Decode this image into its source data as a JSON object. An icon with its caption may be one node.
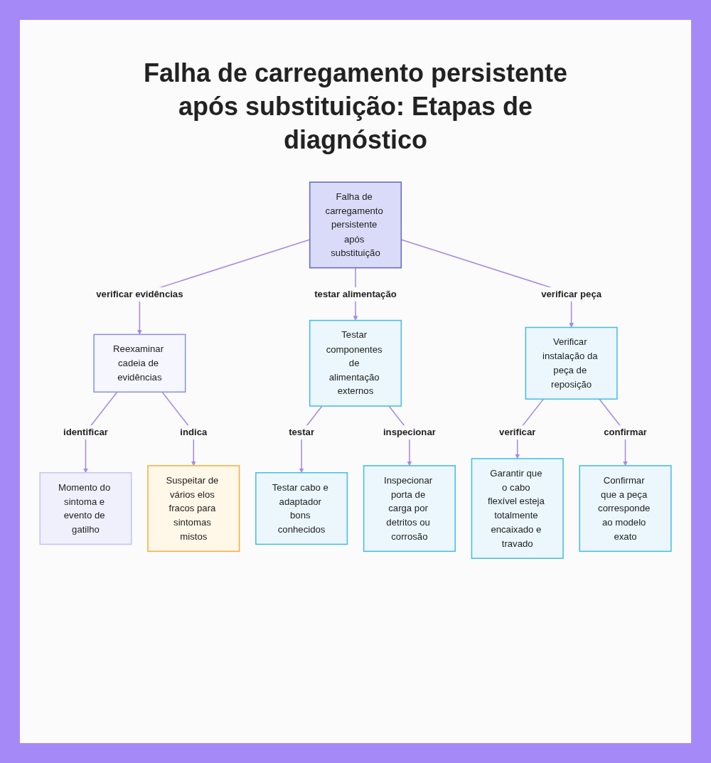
{
  "diagram": {
    "title": "Falha de carregamento persistente após substituição: Etapas de diagnóstico",
    "nodes": [
      {
        "text": [
          "Falha de carregamento persistente após substituição"
        ]
      },
      {
        "text": [
          "Reexaminar cadeia de evidências"
        ]
      },
      {
        "text": [
          "Testar componentes de alimentação externos"
        ]
      },
      {
        "text": [
          "Verificar instalação da peça de reposição"
        ]
      },
      {
        "text": [
          "Momento do sintoma e evento de gatilho"
        ]
      },
      {
        "text": [
          "Suspeitar de vários elos fracos para sintomas mistos"
        ]
      },
      {
        "text": [
          "Testar cabo e adaptador bons conhecidos"
        ]
      },
      {
        "text": [
          "Inspecionar porta de carga por detritos ou corrosão"
        ]
      },
      {
        "text": [
          "Garantir que o cabo flexível esteja totalmente encaixado e travado"
        ]
      },
      {
        "text": [
          "Confirmar que a peça corresponde ao modelo exato"
        ]
      }
    ],
    "edges": [
      {
        "from": 0,
        "to": 1,
        "arrow": "to",
        "label": "verificar evidências"
      },
      {
        "from": 0,
        "to": 2,
        "arrow": "to",
        "label": "testar alimentação"
      },
      {
        "from": 0,
        "to": 3,
        "arrow": "to",
        "label": "verificar peça"
      },
      {
        "from": 1,
        "to": 4,
        "arrow": "to",
        "label": "identificar"
      },
      {
        "from": 1,
        "to": 5,
        "arrow": "to",
        "label": "indica"
      },
      {
        "from": 2,
        "to": 6,
        "arrow": "to",
        "label": "testar"
      },
      {
        "from": 2,
        "to": 7,
        "arrow": "to",
        "label": "inspecionar"
      },
      {
        "from": 3,
        "to": 8,
        "arrow": "to",
        "label": "verificar"
      },
      {
        "from": 3,
        "to": 9,
        "arrow": "to",
        "label": "confirmar"
      }
    ]
  }
}
